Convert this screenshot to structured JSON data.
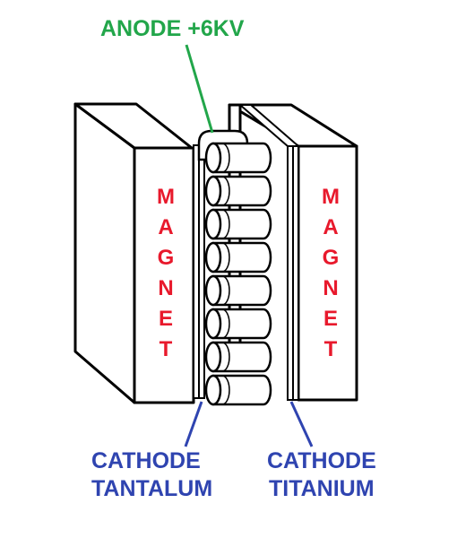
{
  "labels": {
    "anode": "ANODE +6KV",
    "cathode_left_line1": "CATHODE",
    "cathode_left_line2": "TANTALUM",
    "cathode_right_line1": "CATHODE",
    "cathode_right_line2": "TITANIUM"
  },
  "magnets": {
    "left": {
      "label": "MAGNET",
      "letters": [
        "M",
        "A",
        "G",
        "N",
        "E",
        "T"
      ]
    },
    "right": {
      "label": "MAGNET",
      "letters": [
        "M",
        "A",
        "G",
        "N",
        "E",
        "T"
      ]
    }
  },
  "anode_cell_rows": 8,
  "colors": {
    "anode": "#22a64a",
    "cathode": "#2f44b0",
    "magnet": "#e8192c",
    "outline": "#000000",
    "fill": "#ffffff"
  }
}
